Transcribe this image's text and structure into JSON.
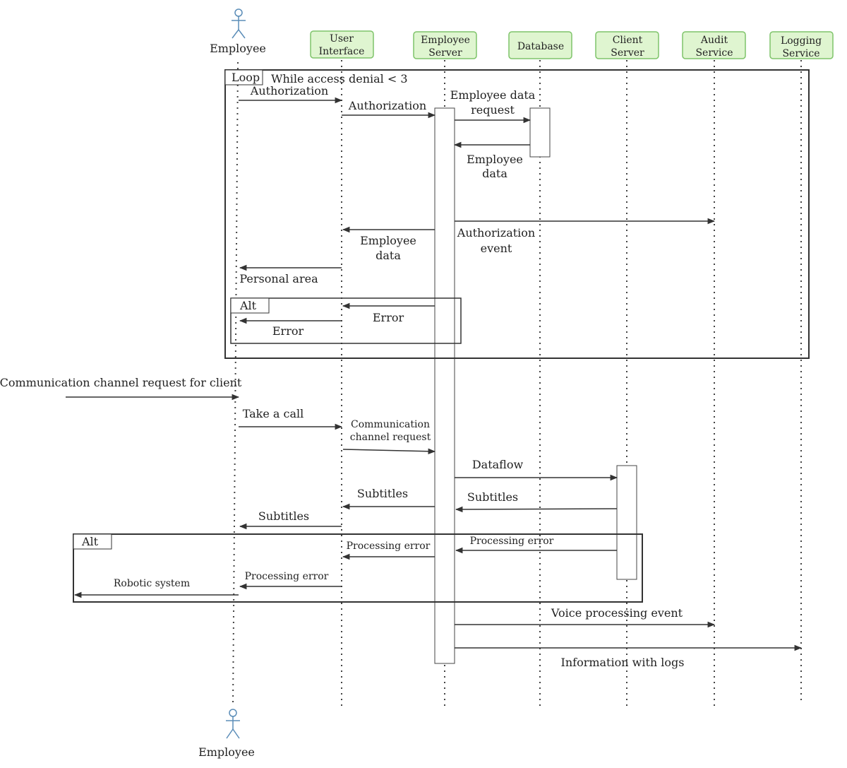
{
  "participants": {
    "employee_top": "Employee",
    "employee_bottom": "Employee",
    "user_interface": {
      "line1": "User",
      "line2": "Interface"
    },
    "employee_server": {
      "line1": "Employee",
      "line2": "Server"
    },
    "database": {
      "line1": "Database"
    },
    "client_server": {
      "line1": "Client",
      "line2": "Server"
    },
    "audit_service": {
      "line1": "Audit",
      "line2": "Service"
    },
    "logging_service": {
      "line1": "Logging",
      "line2": "Service"
    }
  },
  "frames": {
    "loop": {
      "tag": "Loop",
      "guard": "While access denial < 3"
    },
    "alt1": {
      "tag": "Alt"
    },
    "alt2": {
      "tag": "Alt"
    }
  },
  "messages": {
    "m01": "Authorization",
    "m02": "Authorization",
    "m03": {
      "line1": "Employee data",
      "line2": "request"
    },
    "m04": {
      "line1": "Employee",
      "line2": "data"
    },
    "m05": {
      "line1": "Authorization",
      "line2": "event"
    },
    "m06": {
      "line1": "Employee",
      "line2": "data"
    },
    "m07": "Personal area",
    "m08": "Error",
    "m09": "Error",
    "m10": "Communication channel request for client",
    "m11": "Take a call",
    "m12": {
      "line1": "Communication",
      "line2": "channel request"
    },
    "m13": "Dataflow",
    "m14": "Subtitles",
    "m15": "Subtitles",
    "m16": "Subtitles",
    "m17": "Processing error",
    "m18": "Processing error",
    "m19": "Processing error",
    "m20": "Robotic system",
    "m21": "Voice processing event",
    "m22": "Information with logs"
  },
  "colors": {
    "participant_fill": "#dff5d0",
    "participant_stroke": "#7fc46a",
    "actor_stroke": "#5b8db8",
    "line": "#333333"
  }
}
